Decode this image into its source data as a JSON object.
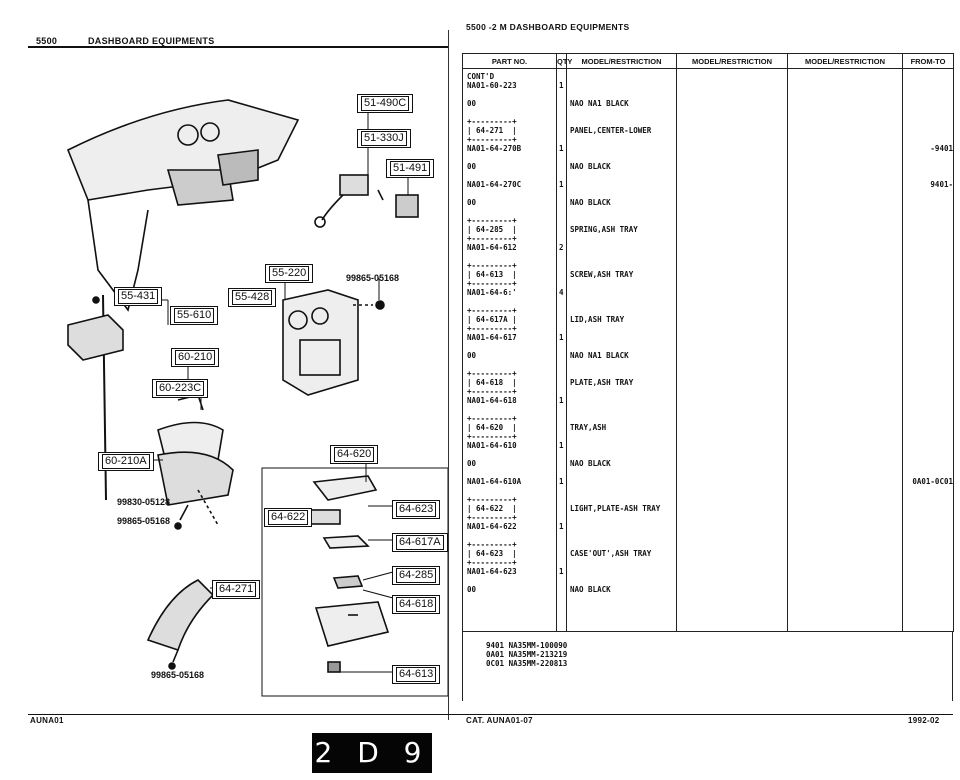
{
  "left_header": {
    "model": "5500",
    "section": "DASHBOARD EQUIPMENTS"
  },
  "right_header": {
    "title": "5500 -2 M DASHBOARD EQUIPMENTS"
  },
  "callouts": [
    "51-490C",
    "51-330J",
    "51-491",
    "55-220",
    "55-431",
    "55-428",
    "55-610",
    "60-210",
    "60-223C",
    "60-210A",
    "64-620",
    "64-622",
    "64-623",
    "64-617A",
    "64-285",
    "64-618",
    "64-271",
    "64-613"
  ],
  "part_notes": [
    "99865-05168",
    "99830-05128",
    "99865-05168",
    "99865-05168"
  ],
  "table": {
    "headers": [
      "PART NO.",
      "QTY",
      "MODEL/RESTRICTION",
      "MODEL/RESTRICTION",
      "MODEL/RESTRICTION",
      "FROM-TO"
    ],
    "rows": [
      {
        "part": "CONT'D",
        "qty": "",
        "desc": "",
        "from": ""
      },
      {
        "part": "NA01-60-223",
        "qty": "1",
        "desc": "",
        "from": ""
      },
      {
        "part": "",
        "qty": "",
        "desc": "",
        "from": ""
      },
      {
        "part": "00",
        "qty": "",
        "desc": "NAO NA1 BLACK",
        "from": ""
      },
      {
        "part": "",
        "qty": "",
        "desc": "",
        "from": ""
      },
      {
        "part": "+---------+",
        "qty": "",
        "desc": "",
        "from": ""
      },
      {
        "part": "| 64-271  |",
        "qty": "",
        "desc": "PANEL,CENTER-LOWER",
        "from": ""
      },
      {
        "part": "+---------+",
        "qty": "",
        "desc": "",
        "from": ""
      },
      {
        "part": "NA01-64-270B",
        "qty": "1",
        "desc": "",
        "from": "-9401"
      },
      {
        "part": "",
        "qty": "",
        "desc": "",
        "from": ""
      },
      {
        "part": "00",
        "qty": "",
        "desc": "NAO BLACK",
        "from": ""
      },
      {
        "part": "",
        "qty": "",
        "desc": "",
        "from": ""
      },
      {
        "part": "NA01-64-270C",
        "qty": "1",
        "desc": "",
        "from": "9401-"
      },
      {
        "part": "",
        "qty": "",
        "desc": "",
        "from": ""
      },
      {
        "part": "00",
        "qty": "",
        "desc": "NAO BLACK",
        "from": ""
      },
      {
        "part": "",
        "qty": "",
        "desc": "",
        "from": ""
      },
      {
        "part": "+---------+",
        "qty": "",
        "desc": "",
        "from": ""
      },
      {
        "part": "| 64-285  |",
        "qty": "",
        "desc": "SPRING,ASH TRAY",
        "from": ""
      },
      {
        "part": "+---------+",
        "qty": "",
        "desc": "",
        "from": ""
      },
      {
        "part": "NA01-64-612",
        "qty": "2",
        "desc": "",
        "from": ""
      },
      {
        "part": "",
        "qty": "",
        "desc": "",
        "from": ""
      },
      {
        "part": "+---------+",
        "qty": "",
        "desc": "",
        "from": ""
      },
      {
        "part": "| 64-613  |",
        "qty": "",
        "desc": "SCREW,ASH TRAY",
        "from": ""
      },
      {
        "part": "+---------+",
        "qty": "",
        "desc": "",
        "from": ""
      },
      {
        "part": "NA01-64-6:'",
        "qty": "4",
        "desc": "",
        "from": ""
      },
      {
        "part": "",
        "qty": "",
        "desc": "",
        "from": ""
      },
      {
        "part": "+---------+",
        "qty": "",
        "desc": "",
        "from": ""
      },
      {
        "part": "| 64-617A |",
        "qty": "",
        "desc": "LID,ASH TRAY",
        "from": ""
      },
      {
        "part": "+---------+",
        "qty": "",
        "desc": "",
        "from": ""
      },
      {
        "part": "NA01-64-617",
        "qty": "1",
        "desc": "",
        "from": ""
      },
      {
        "part": "",
        "qty": "",
        "desc": "",
        "from": ""
      },
      {
        "part": "00",
        "qty": "",
        "desc": "NAO NA1 BLACK",
        "from": ""
      },
      {
        "part": "",
        "qty": "",
        "desc": "",
        "from": ""
      },
      {
        "part": "+---------+",
        "qty": "",
        "desc": "",
        "from": ""
      },
      {
        "part": "| 64-618  |",
        "qty": "",
        "desc": "PLATE,ASH TRAY",
        "from": ""
      },
      {
        "part": "+---------+",
        "qty": "",
        "desc": "",
        "from": ""
      },
      {
        "part": "NA01-64-618",
        "qty": "1",
        "desc": "",
        "from": ""
      },
      {
        "part": "",
        "qty": "",
        "desc": "",
        "from": ""
      },
      {
        "part": "+---------+",
        "qty": "",
        "desc": "",
        "from": ""
      },
      {
        "part": "| 64-620  |",
        "qty": "",
        "desc": "TRAY,ASH",
        "from": ""
      },
      {
        "part": "+---------+",
        "qty": "",
        "desc": "",
        "from": ""
      },
      {
        "part": "NA01-64-610",
        "qty": "1",
        "desc": "",
        "from": ""
      },
      {
        "part": "",
        "qty": "",
        "desc": "",
        "from": ""
      },
      {
        "part": "00",
        "qty": "",
        "desc": "NAO BLACK",
        "from": ""
      },
      {
        "part": "",
        "qty": "",
        "desc": "",
        "from": ""
      },
      {
        "part": "NA01-64-610A",
        "qty": "1",
        "desc": "",
        "from": "0A01-0C01"
      },
      {
        "part": "",
        "qty": "",
        "desc": "",
        "from": ""
      },
      {
        "part": "+---------+",
        "qty": "",
        "desc": "",
        "from": ""
      },
      {
        "part": "| 64-622  |",
        "qty": "",
        "desc": "LIGHT,PLATE-ASH TRAY",
        "from": ""
      },
      {
        "part": "+---------+",
        "qty": "",
        "desc": "",
        "from": ""
      },
      {
        "part": "NA01-64-622",
        "qty": "1",
        "desc": "",
        "from": ""
      },
      {
        "part": "",
        "qty": "",
        "desc": "",
        "from": ""
      },
      {
        "part": "+---------+",
        "qty": "",
        "desc": "",
        "from": ""
      },
      {
        "part": "| 64-623  |",
        "qty": "",
        "desc": "CASE'OUT',ASH TRAY",
        "from": ""
      },
      {
        "part": "+---------+",
        "qty": "",
        "desc": "",
        "from": ""
      },
      {
        "part": "NA01-64-623",
        "qty": "1",
        "desc": "",
        "from": ""
      },
      {
        "part": "",
        "qty": "",
        "desc": "",
        "from": ""
      },
      {
        "part": "00",
        "qty": "",
        "desc": "NAO BLACK",
        "from": ""
      }
    ]
  },
  "serials": [
    "9401 NA35MM-100090",
    "0A01 NA35MM-213219",
    "0C01 NA35MM-220813"
  ],
  "footer": {
    "left_code": "AUNA01",
    "catalog": "CAT. AUNA01-07",
    "date": "1992-02",
    "page": "2 D 9"
  }
}
